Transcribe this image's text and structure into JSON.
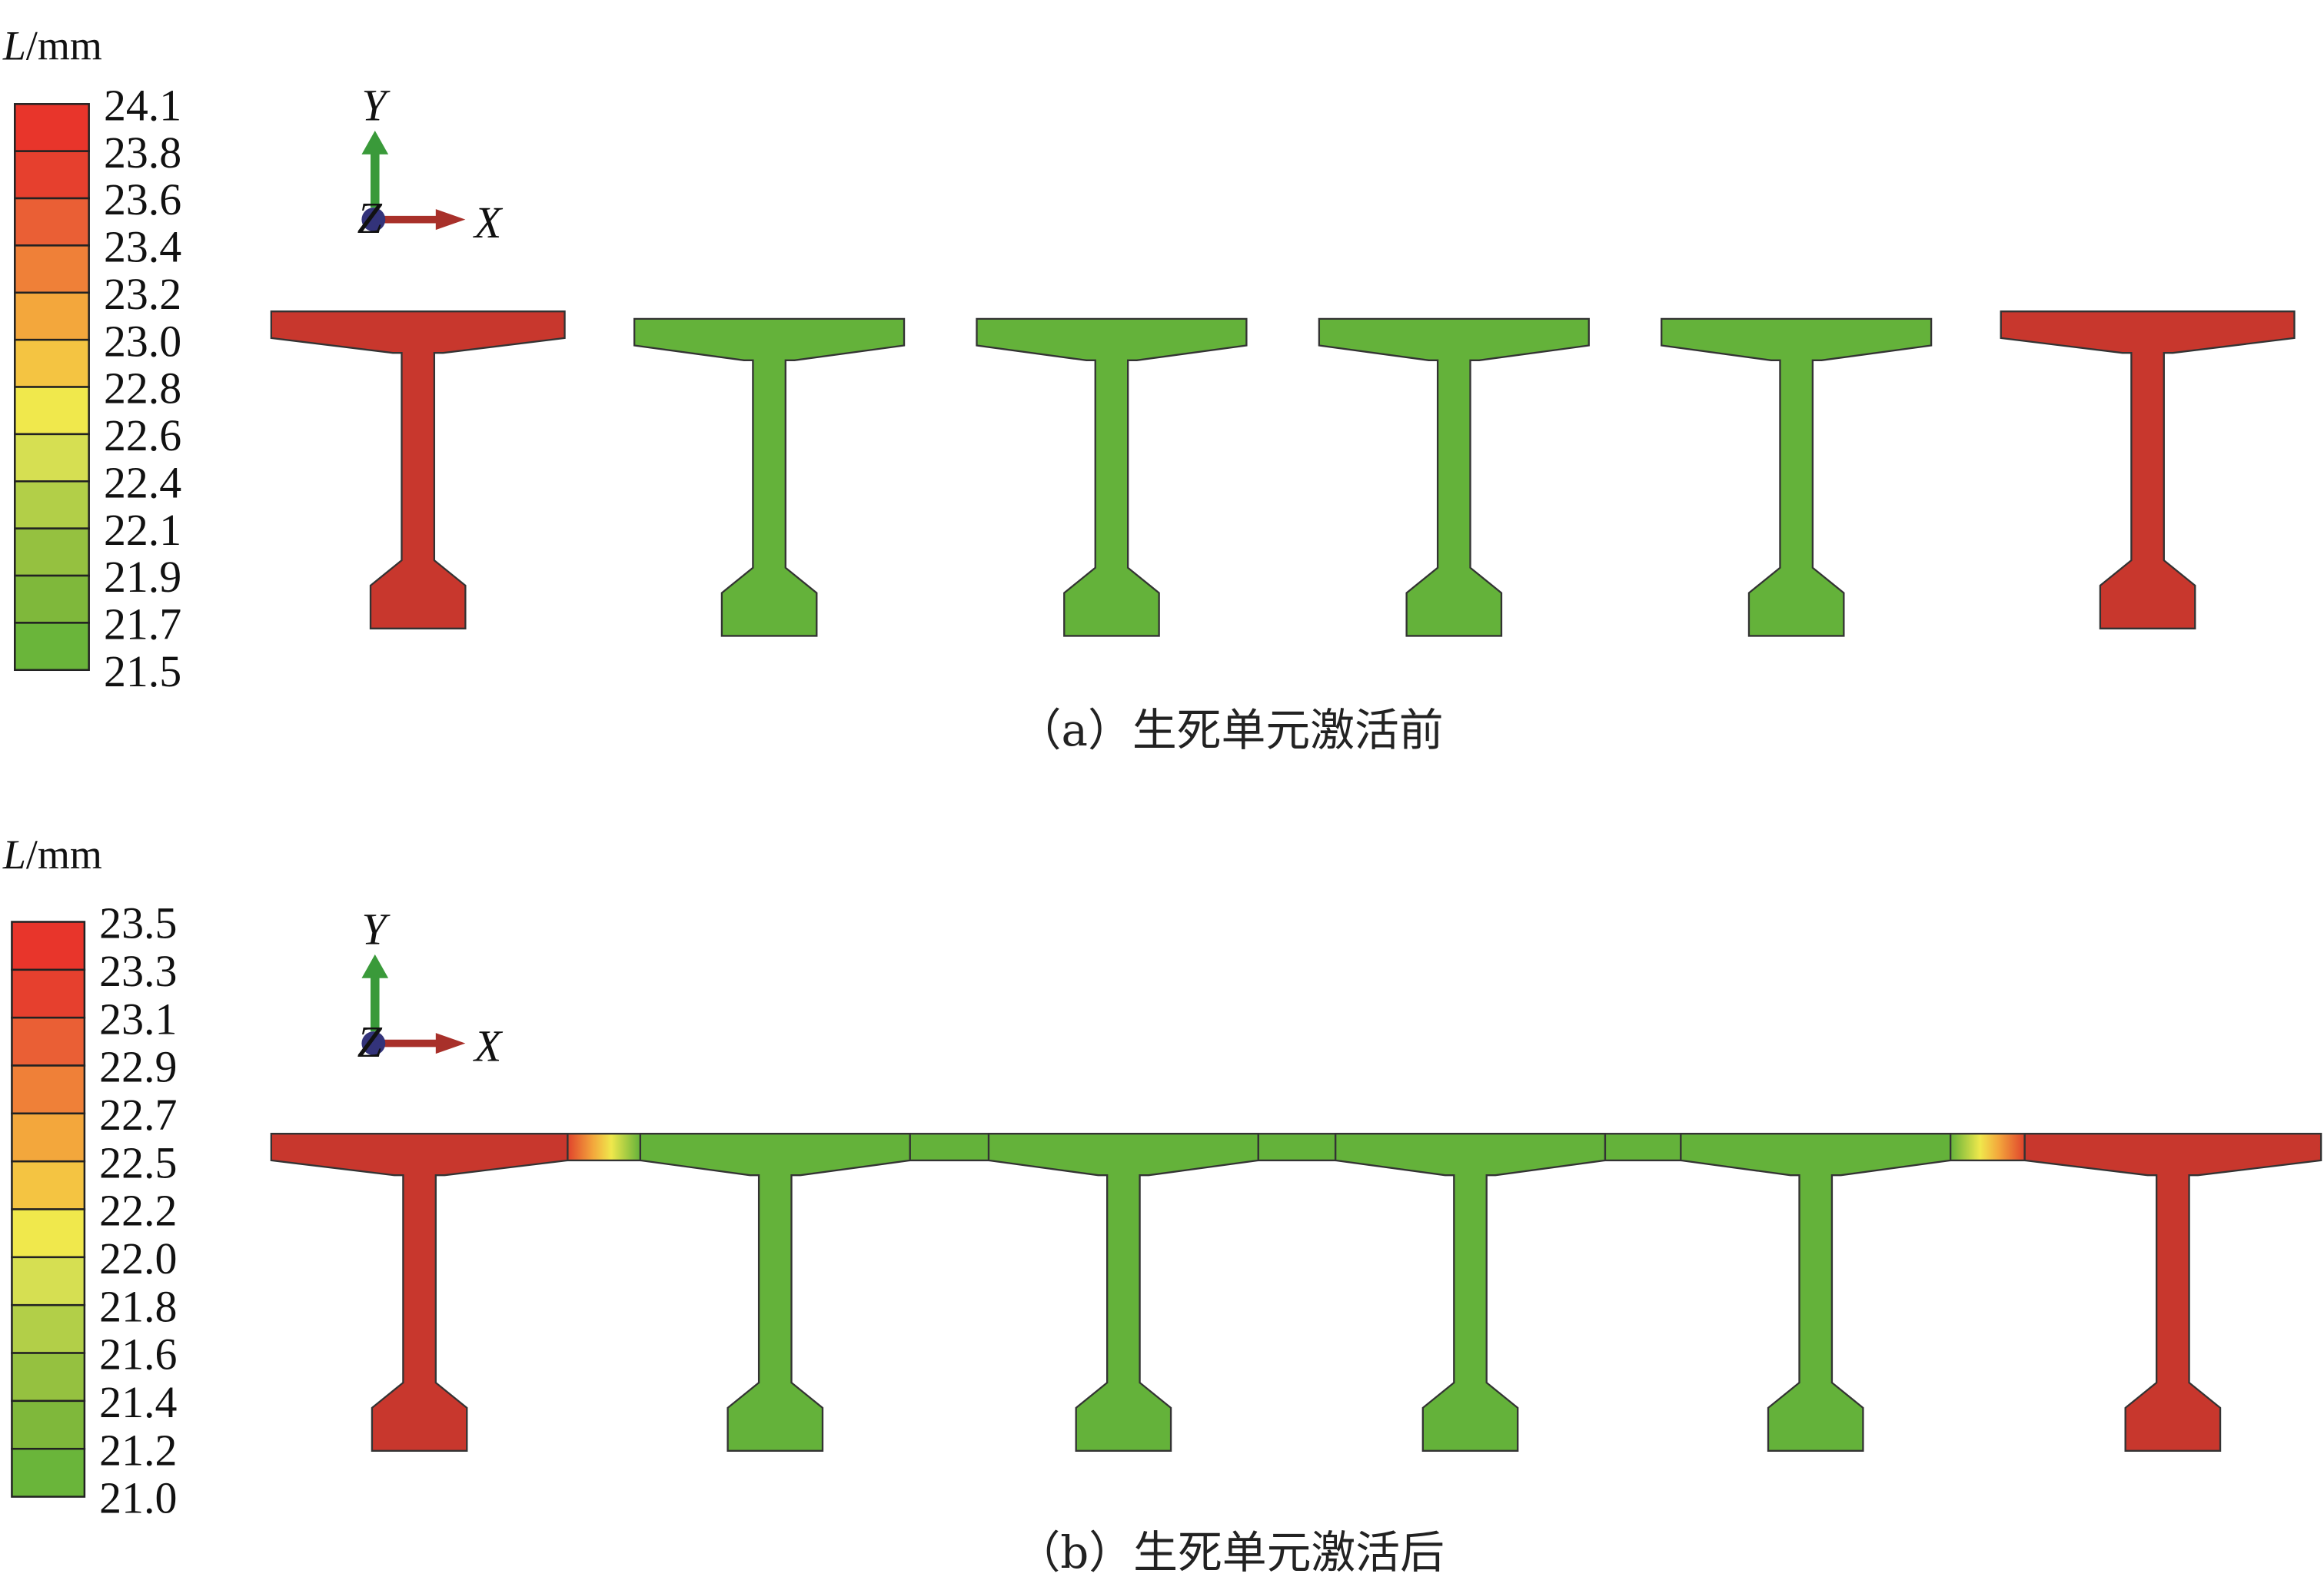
{
  "legend_colors": [
    "#e8352b",
    "#e6402e",
    "#ea5f35",
    "#ef8038",
    "#f3a73c",
    "#f4c442",
    "#f0e84c",
    "#d6df52",
    "#b2cf48",
    "#95c140",
    "#7fb83b",
    "#6ab53a"
  ],
  "beam_colors": {
    "high": "#c8372d",
    "low": "#64b23a"
  },
  "panels": [
    {
      "unit_symbol": "L",
      "unit_suffix": "/mm",
      "legend_labels": [
        "24.1",
        "23.8",
        "23.6",
        "23.4",
        "23.2",
        "23.0",
        "22.8",
        "22.6",
        "22.4",
        "22.1",
        "21.9",
        "21.7",
        "21.5"
      ],
      "axis": {
        "y": "Y",
        "x": "X",
        "z": "Z"
      },
      "beam_states": [
        "high",
        "low",
        "low",
        "low",
        "low",
        "high"
      ],
      "connected": false,
      "caption": "（a）生死单元激活前"
    },
    {
      "unit_symbol": "L",
      "unit_suffix": "/mm",
      "legend_labels": [
        "23.5",
        "23.3",
        "23.1",
        "22.9",
        "22.7",
        "22.5",
        "22.2",
        "22.0",
        "21.8",
        "21.6",
        "21.4",
        "21.2",
        "21.0"
      ],
      "axis": {
        "y": "Y",
        "x": "X",
        "z": "Z"
      },
      "beam_states": [
        "high",
        "low",
        "low",
        "low",
        "low",
        "high"
      ],
      "connected": true,
      "caption": "（b）生死单元激活后"
    }
  ]
}
